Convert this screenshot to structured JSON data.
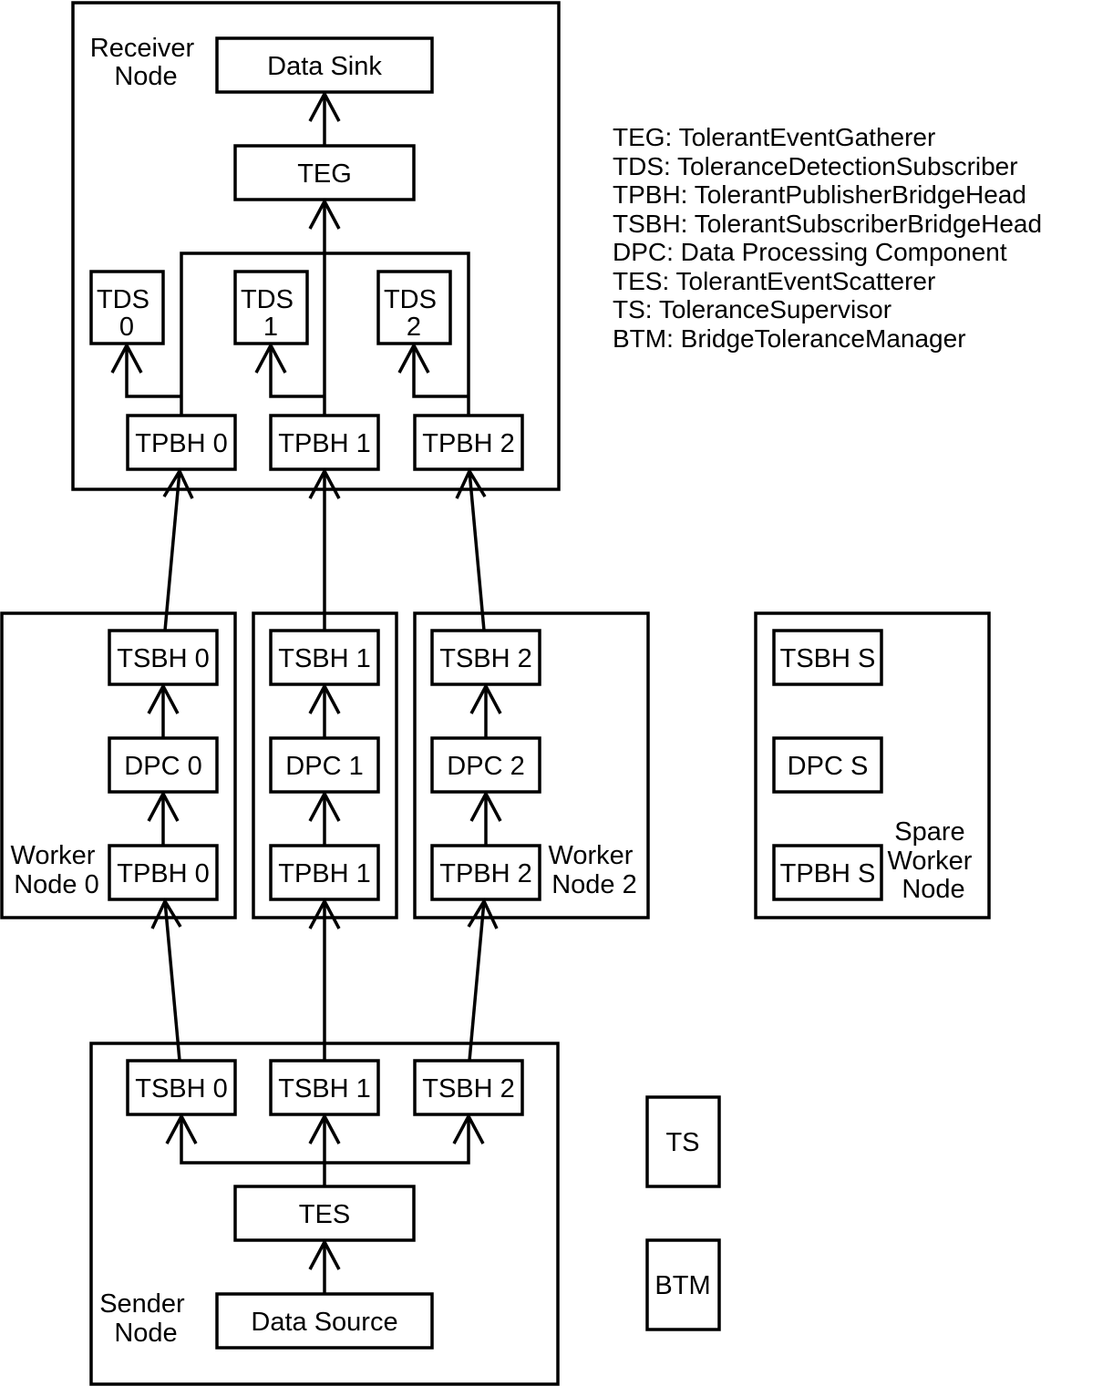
{
  "receiver_node": {
    "label": [
      "Receiver",
      "Node"
    ],
    "data_sink": "Data Sink",
    "teg": "TEG",
    "tds": [
      [
        "TDS",
        "0"
      ],
      [
        "TDS",
        "1"
      ],
      [
        "TDS",
        "2"
      ]
    ],
    "tpbh": [
      "TPBH 0",
      "TPBH 1",
      "TPBH 2"
    ]
  },
  "worker_nodes": [
    {
      "label": [
        "Worker",
        "Node 0"
      ],
      "tsbh": "TSBH 0",
      "dpc": "DPC 0",
      "tpbh": "TPBH 0"
    },
    {
      "label": [],
      "tsbh": "TSBH 1",
      "dpc": "DPC 1",
      "tpbh": "TPBH 1"
    },
    {
      "label": [
        "Worker",
        "Node 2"
      ],
      "tsbh": "TSBH 2",
      "dpc": "DPC 2",
      "tpbh": "TPBH 2"
    }
  ],
  "spare_worker_node": {
    "label": [
      "Spare",
      "Worker",
      "Node"
    ],
    "tsbh": "TSBH S",
    "dpc": "DPC S",
    "tpbh": "TPBH S"
  },
  "sender_node": {
    "label": [
      "Sender",
      "Node"
    ],
    "tsbh": [
      "TSBH 0",
      "TSBH 1",
      "TSBH 2"
    ],
    "tes": "TES",
    "data_source": "Data Source"
  },
  "standalone": {
    "ts": "TS",
    "btm": "BTM"
  },
  "legend": [
    "TEG: TolerantEventGatherer",
    "TDS: ToleranceDetectionSubscriber",
    "TPBH: TolerantPublisherBridgeHead",
    "TSBH: TolerantSubscriberBridgeHead",
    "DPC: Data Processing Component",
    "TES: TolerantEventScatterer",
    "TS: ToleranceSupervisor",
    "BTM: BridgeToleranceManager"
  ]
}
